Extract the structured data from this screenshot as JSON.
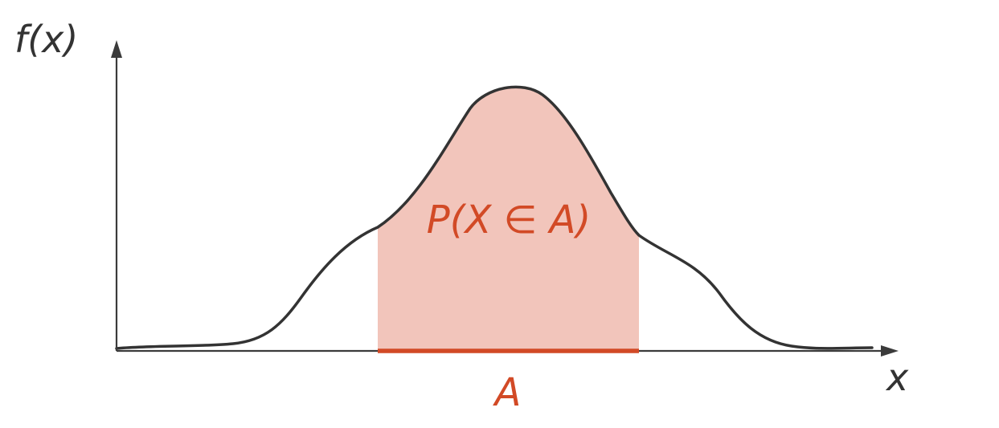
{
  "labels": {
    "y_axis": "f(x)",
    "x_axis": "x",
    "interval": "A",
    "probability": "P(X ∈ A)"
  },
  "colors": {
    "axis": "#3b3b3b",
    "curve": "#333333",
    "shade": "#f2c5bb",
    "highlight": "#d24a26"
  }
}
